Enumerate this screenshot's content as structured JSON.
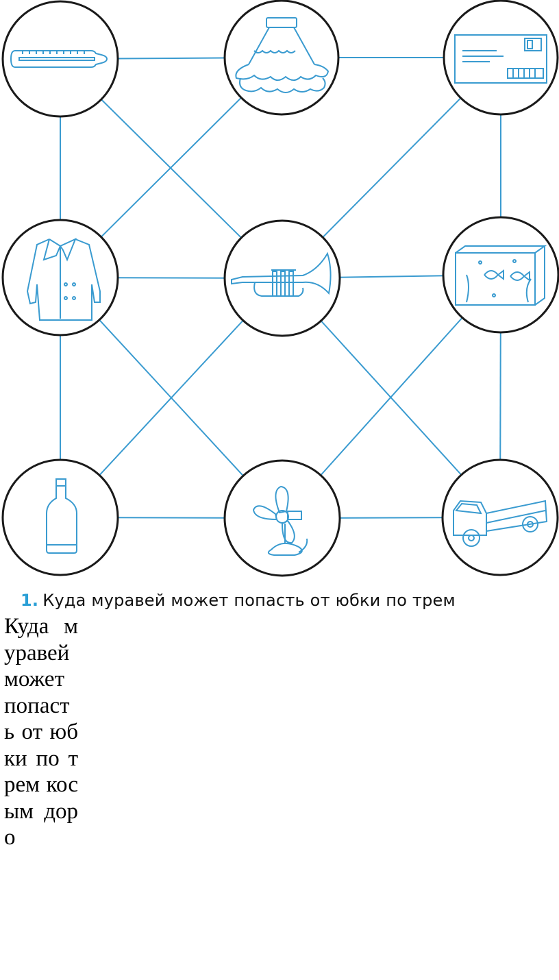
{
  "task": {
    "number": "1.",
    "caption": "Куда муравей может попасть от юбки по трем",
    "text": "Куда муравей может попасть от юбки по трем косым доро"
  },
  "colors": {
    "line": "#3a9bd0",
    "circle": "#1a1a1a",
    "picture": "#3a9bd0",
    "number": "#2a9fd6"
  },
  "nodes": [
    {
      "id": "thermometer",
      "icon": "thermometer-icon"
    },
    {
      "id": "skirt",
      "icon": "skirt-icon"
    },
    {
      "id": "envelope",
      "icon": "envelope-icon"
    },
    {
      "id": "jacket",
      "icon": "jacket-icon"
    },
    {
      "id": "trumpet",
      "icon": "trumpet-icon"
    },
    {
      "id": "aquarium",
      "icon": "aquarium-icon"
    },
    {
      "id": "bottle",
      "icon": "bottle-icon"
    },
    {
      "id": "fan",
      "icon": "fan-icon"
    },
    {
      "id": "truck",
      "icon": "truck-icon"
    }
  ],
  "edges": [
    [
      "thermometer",
      "skirt"
    ],
    [
      "skirt",
      "envelope"
    ],
    [
      "jacket",
      "trumpet"
    ],
    [
      "trumpet",
      "aquarium"
    ],
    [
      "bottle",
      "fan"
    ],
    [
      "fan",
      "truck"
    ],
    [
      "thermometer",
      "jacket"
    ],
    [
      "jacket",
      "bottle"
    ],
    [
      "envelope",
      "aquarium"
    ],
    [
      "aquarium",
      "truck"
    ],
    [
      "thermometer",
      "trumpet"
    ],
    [
      "trumpet",
      "truck"
    ],
    [
      "skirt",
      "jacket"
    ],
    [
      "envelope",
      "trumpet"
    ],
    [
      "jacket",
      "fan"
    ],
    [
      "aquarium",
      "fan"
    ],
    [
      "trumpet",
      "bottle"
    ]
  ]
}
